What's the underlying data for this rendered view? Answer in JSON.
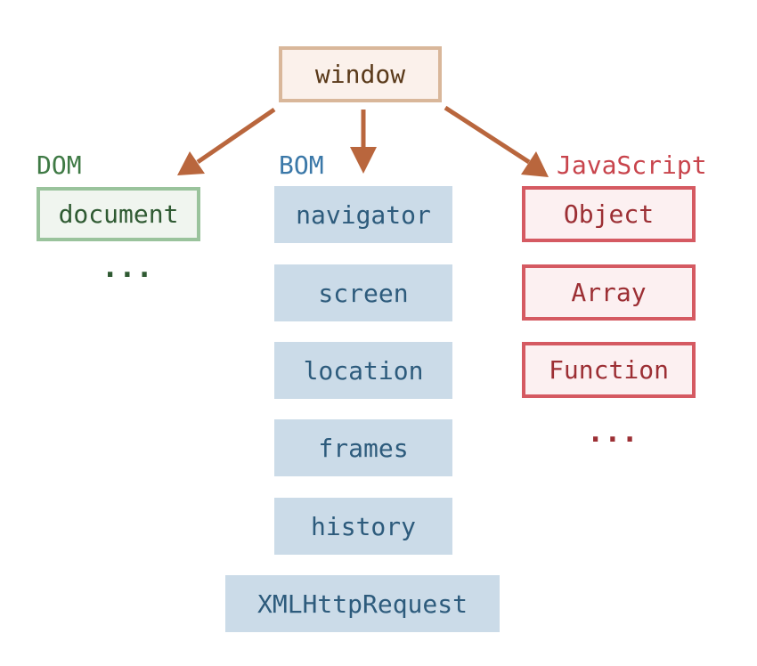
{
  "root": {
    "label": "window"
  },
  "dom": {
    "heading": "DOM",
    "items": [
      "document"
    ],
    "more": "..."
  },
  "bom": {
    "heading": "BOM",
    "items": [
      "navigator",
      "screen",
      "location",
      "frames",
      "history",
      "XMLHttpRequest"
    ]
  },
  "javascript": {
    "heading": "JavaScript",
    "items": [
      "Object",
      "Array",
      "Function"
    ],
    "more": "..."
  },
  "colors": {
    "arrow": "#b9663d",
    "dom": "#3f7a45",
    "bom": "#3b78a8",
    "javascript": "#c8444c",
    "window_border": "#d9b79a"
  }
}
